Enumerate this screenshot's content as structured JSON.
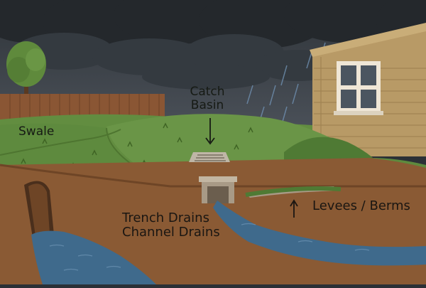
{
  "labels": {
    "swale": "Swale",
    "catch_basin_line1": "Catch",
    "catch_basin_line2": "Basin",
    "trench_line1": "Trench Drains",
    "trench_line2": "Channel Drains",
    "levees": "Levees / Berms"
  },
  "icons": {
    "catch_arrow": "arrow-down-icon",
    "levee_arrow": "arrow-up-icon"
  },
  "colors": {
    "sky": "#3b4148",
    "cloud_dark": "#2a2e33",
    "grass": "#5e8a3e",
    "grass_light": "#6f9a4a",
    "soil": "#8a5a34",
    "soil_dark": "#6e4526",
    "water": "#3f6a8c",
    "fence": "#8a5634",
    "house_siding": "#b89a66",
    "window_frame": "#efe6d6"
  }
}
